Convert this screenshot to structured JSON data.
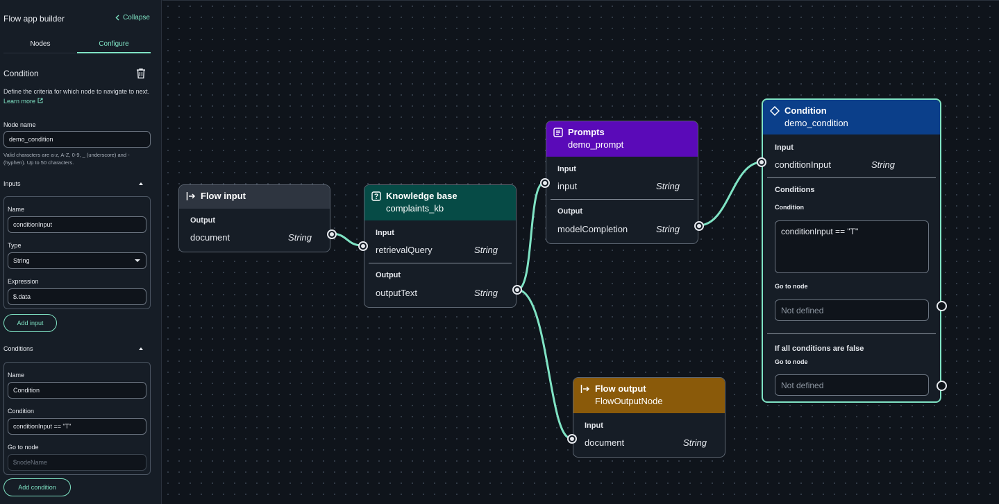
{
  "sidebar": {
    "title": "Flow app builder",
    "collapse_label": "Collapse",
    "tabs": [
      {
        "label": "Nodes"
      },
      {
        "label": "Configure"
      }
    ],
    "heading": "Condition",
    "description": "Define the criteria for which node to navigate to next.",
    "learn_more": "Learn more",
    "node_name_label": "Node name",
    "node_name_value": "demo_condition",
    "node_name_hint": "Valid characters are a-z, A-Z, 0-9, _ (underscore) and - (hyphen). Up to 50 characters.",
    "inputs": {
      "section_title": "Inputs",
      "name_label": "Name",
      "name_value": "conditionInput",
      "type_label": "Type",
      "type_value": "String",
      "expression_label": "Expression",
      "expression_value": "$.data",
      "add_button": "Add input"
    },
    "conditions": {
      "section_title": "Conditions",
      "name_label": "Name",
      "name_value": "Condition",
      "condition_label": "Condition",
      "condition_value": "conditionInput == \"T\"",
      "goto_label": "Go to node",
      "goto_placeholder": "$nodeName",
      "add_button": "Add condition"
    }
  },
  "nodes": {
    "flow_input": {
      "title": "Flow input",
      "output_label": "Output",
      "param_name": "document",
      "param_type": "String",
      "header_color": "#2e3540"
    },
    "knowledge_base": {
      "title": "Knowledge base",
      "subtitle": "complaints_kb",
      "input_label": "Input",
      "input_name": "retrievalQuery",
      "input_type": "String",
      "output_label": "Output",
      "output_name": "outputText",
      "output_type": "String",
      "header_color": "#064b46"
    },
    "prompts": {
      "title": "Prompts",
      "subtitle": "demo_prompt",
      "input_label": "Input",
      "input_name": "input",
      "input_type": "String",
      "output_label": "Output",
      "output_name": "modelCompletion",
      "output_type": "String",
      "header_color": "#5a0ab8"
    },
    "flow_output": {
      "title": "Flow output",
      "subtitle": "FlowOutputNode",
      "input_label": "Input",
      "input_name": "document",
      "input_type": "String",
      "header_color": "#8a5a0a"
    },
    "condition": {
      "title": "Condition",
      "subtitle": "demo_condition",
      "input_label": "Input",
      "input_name": "conditionInput",
      "input_type": "String",
      "conditions_label": "Conditions",
      "condition_label": "Condition",
      "condition_expression": "conditionInput == \"T\"",
      "goto_label": "Go to node",
      "goto_placeholder": "Not defined",
      "default_label": "If all conditions are false",
      "default_goto_label": "Go to node",
      "default_goto_placeholder": "Not defined",
      "header_color": "#0b3f8a"
    }
  },
  "colors": {
    "accent": "#7fe3c4",
    "edge": "#7fe3c4"
  }
}
